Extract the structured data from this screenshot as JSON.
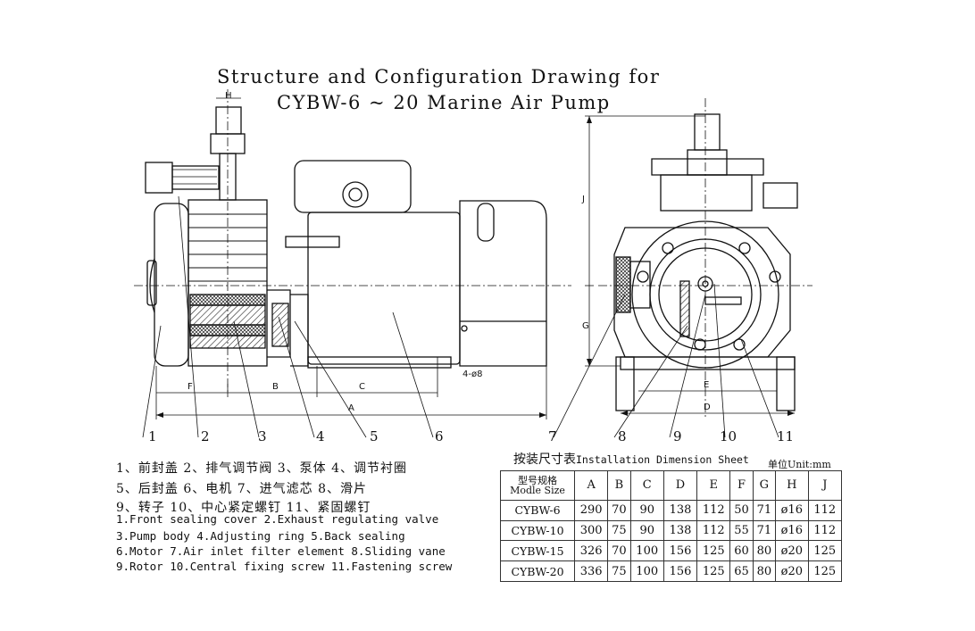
{
  "title": {
    "line1": "Structure and Configuration Drawing for",
    "line2": "CYBW-6 ~ 20 Marine Air Pump"
  },
  "dimension_labels": {
    "H": "H",
    "F": "F",
    "B": "B",
    "C": "C",
    "A": "A",
    "E": "E",
    "D": "D",
    "J": "J",
    "G": "G",
    "holes": "4-ø8"
  },
  "callouts": [
    "1",
    "2",
    "3",
    "4",
    "5",
    "6",
    "7",
    "8",
    "9",
    "10",
    "11"
  ],
  "legend_cn": [
    "1、前封盖  2、排气调节阀  3、泵体  4、调节衬圈",
    "5、后封盖  6、电机  7、进气滤芯  8、滑片",
    "9、转子  10、中心紧定螺钉  11、紧固螺钉"
  ],
  "legend_en": [
    "1.Front sealing cover  2.Exhaust regulating valve",
    "3.Pump body 4.Adjusting ring 5.Back sealing",
    "6.Motor  7.Air inlet filter element 8.Sliding vane",
    "9.Rotor 10.Central fixing screw 11.Fastening screw"
  ],
  "sheet": {
    "title_cn": "按装尺寸表",
    "title_en": "Installation Dimension Sheet",
    "unit": "单位Unit:mm",
    "model_header_cn": "型号规格",
    "model_header_en": "Modle Size",
    "columns": [
      "A",
      "B",
      "C",
      "D",
      "E",
      "F",
      "G",
      "H",
      "J"
    ],
    "rows": [
      {
        "model": "CYBW-6",
        "values": [
          "290",
          "70",
          "90",
          "138",
          "112",
          "50",
          "71",
          "ø16",
          "112"
        ]
      },
      {
        "model": "CYBW-10",
        "values": [
          "300",
          "75",
          "90",
          "138",
          "112",
          "55",
          "71",
          "ø16",
          "112"
        ]
      },
      {
        "model": "CYBW-15",
        "values": [
          "326",
          "70",
          "100",
          "156",
          "125",
          "60",
          "80",
          "ø20",
          "125"
        ]
      },
      {
        "model": "CYBW-20",
        "values": [
          "336",
          "75",
          "100",
          "156",
          "125",
          "65",
          "80",
          "ø20",
          "125"
        ]
      }
    ]
  }
}
